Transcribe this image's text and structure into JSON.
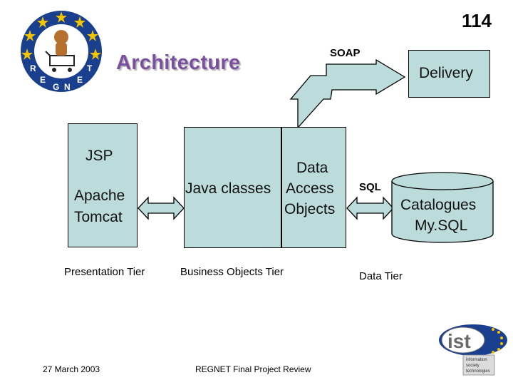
{
  "header": {
    "slide_number": "114",
    "title": "Architecture"
  },
  "logo": {
    "letters": [
      "R",
      "E",
      "G",
      "N",
      "E",
      "T"
    ]
  },
  "presentation": {
    "lines": [
      "JSP",
      "Apache",
      "Tomcat"
    ],
    "tier_label": "Presentation Tier"
  },
  "business": {
    "left_label": "Java classes",
    "right_lines": [
      "Data",
      "Access",
      "Objects"
    ],
    "tier_label": "Business Objects Tier"
  },
  "data": {
    "sql_label": "SQL",
    "catalogue_lines": [
      "Catalogues",
      "My.SQL"
    ],
    "tier_label": "Data Tier"
  },
  "soap": {
    "label": "SOAP",
    "delivery_label": "Delivery"
  },
  "footer": {
    "date": "27 March 2003",
    "project": "REGNET Final Project Review"
  },
  "ist_logo": {
    "text": "ist",
    "caption": [
      "information",
      "society",
      "technologies"
    ]
  },
  "colors": {
    "box_fill": "#bcdcdc",
    "title": "#7b4fa0",
    "logo_ring": "#1b3f8f",
    "star": "#f2c400"
  }
}
